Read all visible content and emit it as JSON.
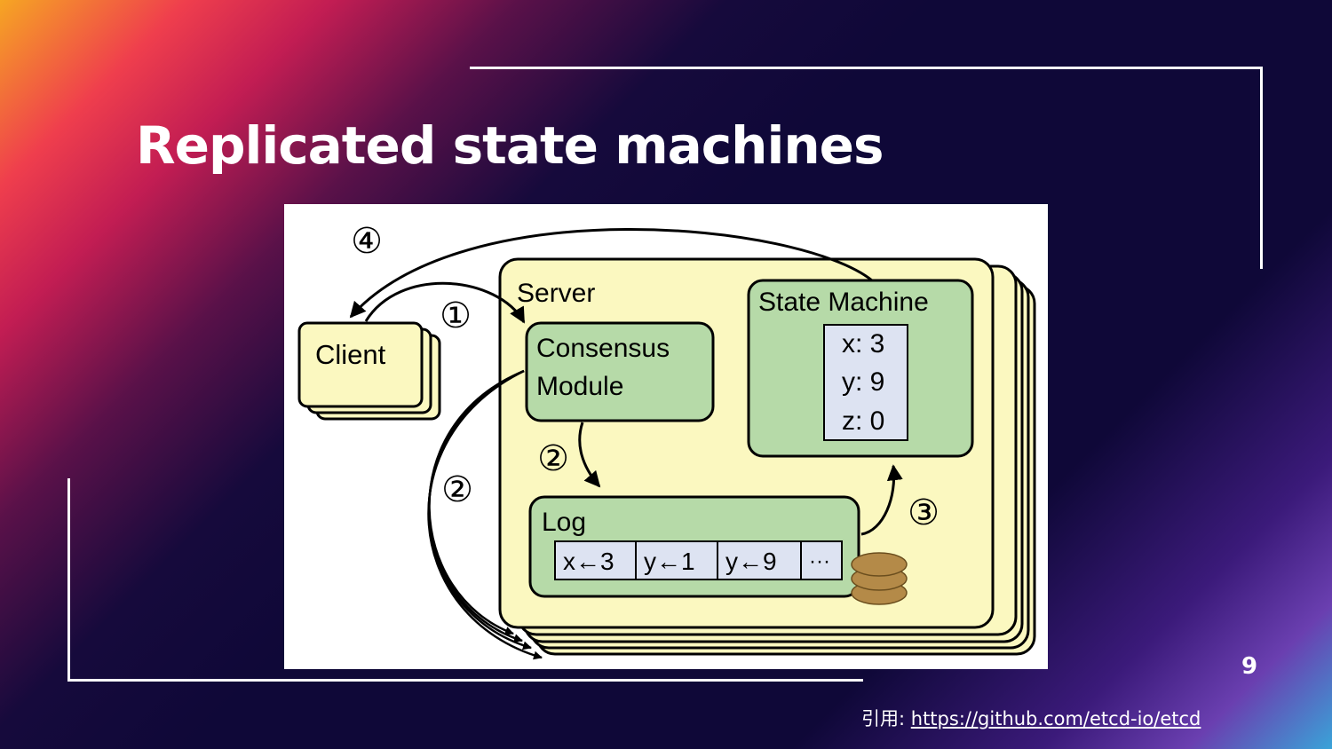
{
  "slide": {
    "title": "Replicated state machines",
    "page_number": "9",
    "citation_prefix": "引用: ",
    "citation_link": "https://github.com/etcd-io/etcd"
  },
  "diagram": {
    "client_label": "Client",
    "server_label": "Server",
    "consensus_line1": "Consensus",
    "consensus_line2": "Module",
    "state_machine_label": "State Machine",
    "state_values": [
      "x: 3",
      "y: 9",
      "z: 0"
    ],
    "log_label": "Log",
    "log_entries": [
      "x←3",
      "y←1",
      "y←9",
      "···"
    ],
    "step_markers": [
      "①",
      "②",
      "②",
      "③",
      "④"
    ]
  },
  "colors": {
    "server_fill": "#fbf8c0",
    "module_fill": "#b6daa8",
    "value_fill": "#dde3f2",
    "disk_fill": "#b48a48"
  }
}
